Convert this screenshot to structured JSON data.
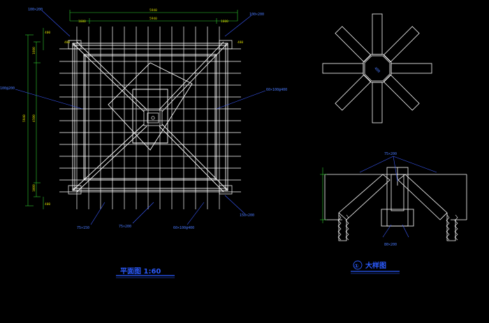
{
  "plan": {
    "title": "平面图 1:60",
    "dims": {
      "top_total": "5940",
      "top_inner": "5940",
      "top_left_small": "1600",
      "top_right_small": "1600",
      "side_total": "5940",
      "side_inner": "4500",
      "side_top": "1600",
      "side_bottom": "1000",
      "tiny_a": "400",
      "tiny_b": "400",
      "tiny_c": "480",
      "tiny_d": "480"
    },
    "labels": {
      "top_left": "100×200",
      "top_right": "100×200",
      "left_mid": "100@200",
      "right_mid": "60×100@400",
      "bottom_left": "75×150",
      "bottom_mid": "75×200",
      "bottom_mid2": "60×100@400",
      "bottom_right": "150×200"
    }
  },
  "detail": {
    "title": "大样图",
    "title_marker": "①",
    "top_label": "75×200",
    "bottom_label": "80×200",
    "center_label": "400"
  },
  "colors": {
    "lines": "#ffffff",
    "dims": "#d8d800",
    "labels": "#4a7bff",
    "dimline": "#2fd02f",
    "leader": "#3b5bff"
  }
}
